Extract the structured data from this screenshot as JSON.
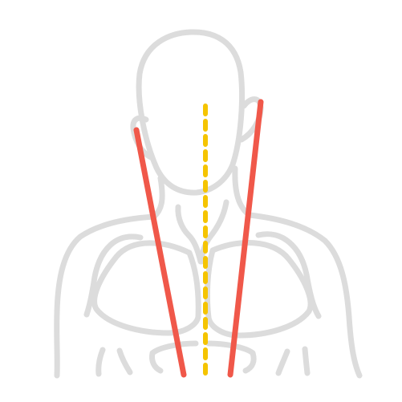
{
  "colors": {
    "background": "#ffffff",
    "body_outline": "#dcdcdc",
    "tilt_lines": "#f0584a",
    "midline": "#f5c400"
  },
  "figure": {
    "subject": "head-neck-shoulders-front-view",
    "midline_style": "dashed",
    "tilt_line_count": 2
  }
}
